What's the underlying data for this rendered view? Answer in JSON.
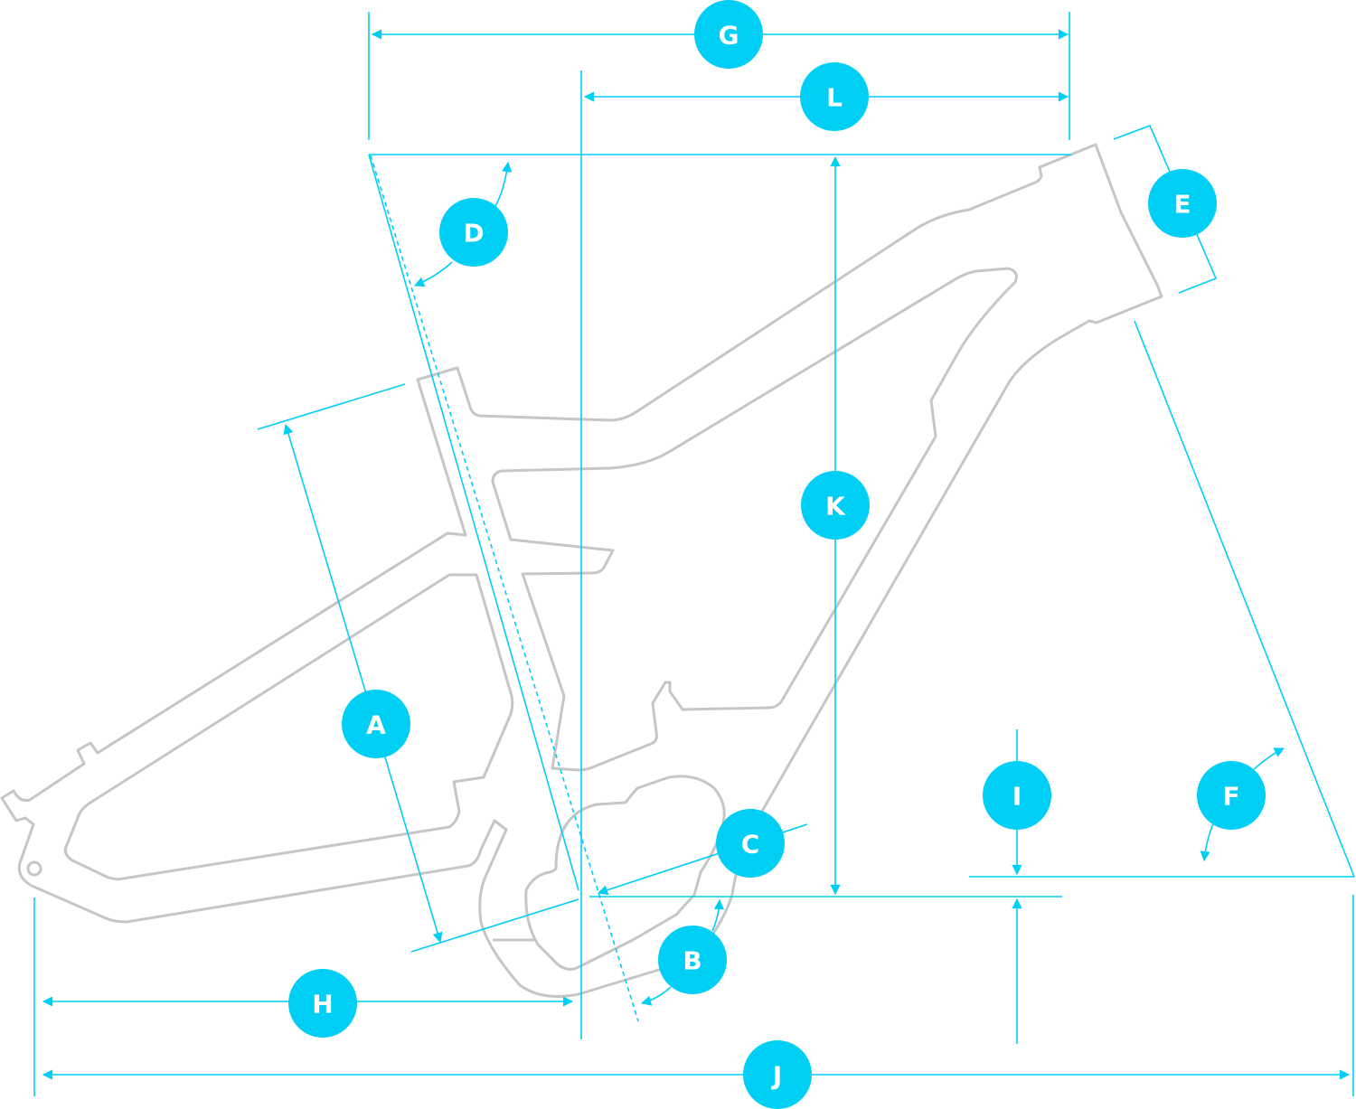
{
  "diagram": {
    "subject": "bike-frame-geometry",
    "colors": {
      "dimension": "#00cff5",
      "frame": "#c6c6c6",
      "label_text": "#ffffff"
    },
    "labels": {
      "A": "A",
      "B": "B",
      "C": "C",
      "D": "D",
      "E": "E",
      "F": "F",
      "G": "G",
      "H": "H",
      "I": "I",
      "J": "J",
      "K": "K",
      "L": "L"
    }
  }
}
